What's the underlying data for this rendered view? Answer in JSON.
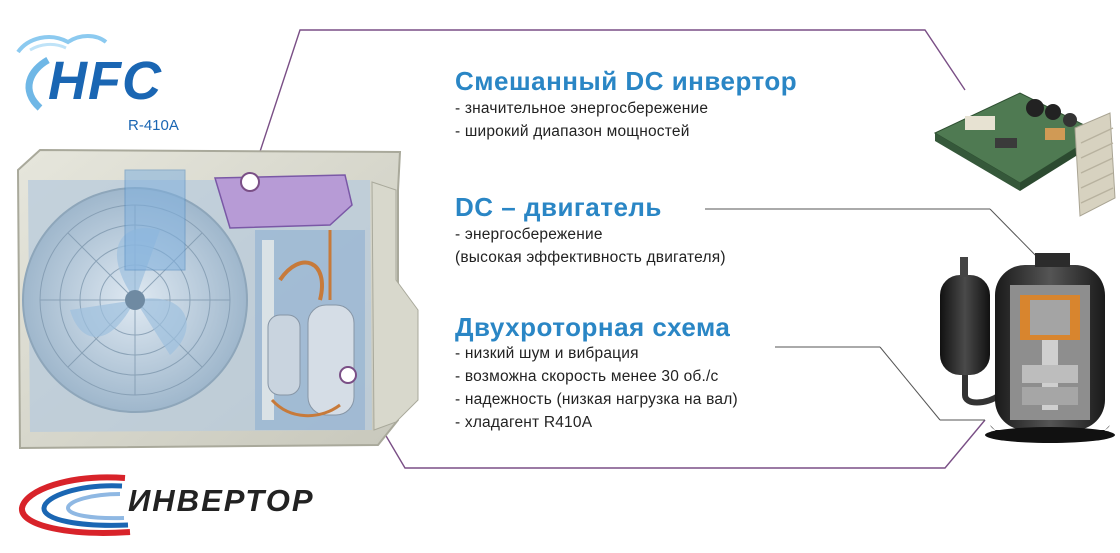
{
  "logo": {
    "brand": "HFC",
    "refrigerant": "R-410A"
  },
  "features": [
    {
      "title": "Смешанный  DC  инвертор",
      "items": [
        "-  значительное  энергосбережение",
        "-  широкий  диапазон  мощностей"
      ]
    },
    {
      "title": "DC  –  двигатель",
      "items": [
        "- энергосбережение",
        "(высокая эффективность двигателя)"
      ]
    },
    {
      "title": "Двухроторная  схема",
      "items": [
        "- низкий шум и вибрация",
        "- возможна скорость менее 30 об./с",
        "- надежность (низкая нагрузка на вал)",
        "- хладагент R410A"
      ]
    }
  ],
  "inverter_logo": {
    "text": "ИНВЕРТОР"
  },
  "colors": {
    "heading": "#2a86c5",
    "logo_blue": "#1a66b3",
    "callout_line": "#7a4f86",
    "swoosh_red": "#d8232a"
  }
}
